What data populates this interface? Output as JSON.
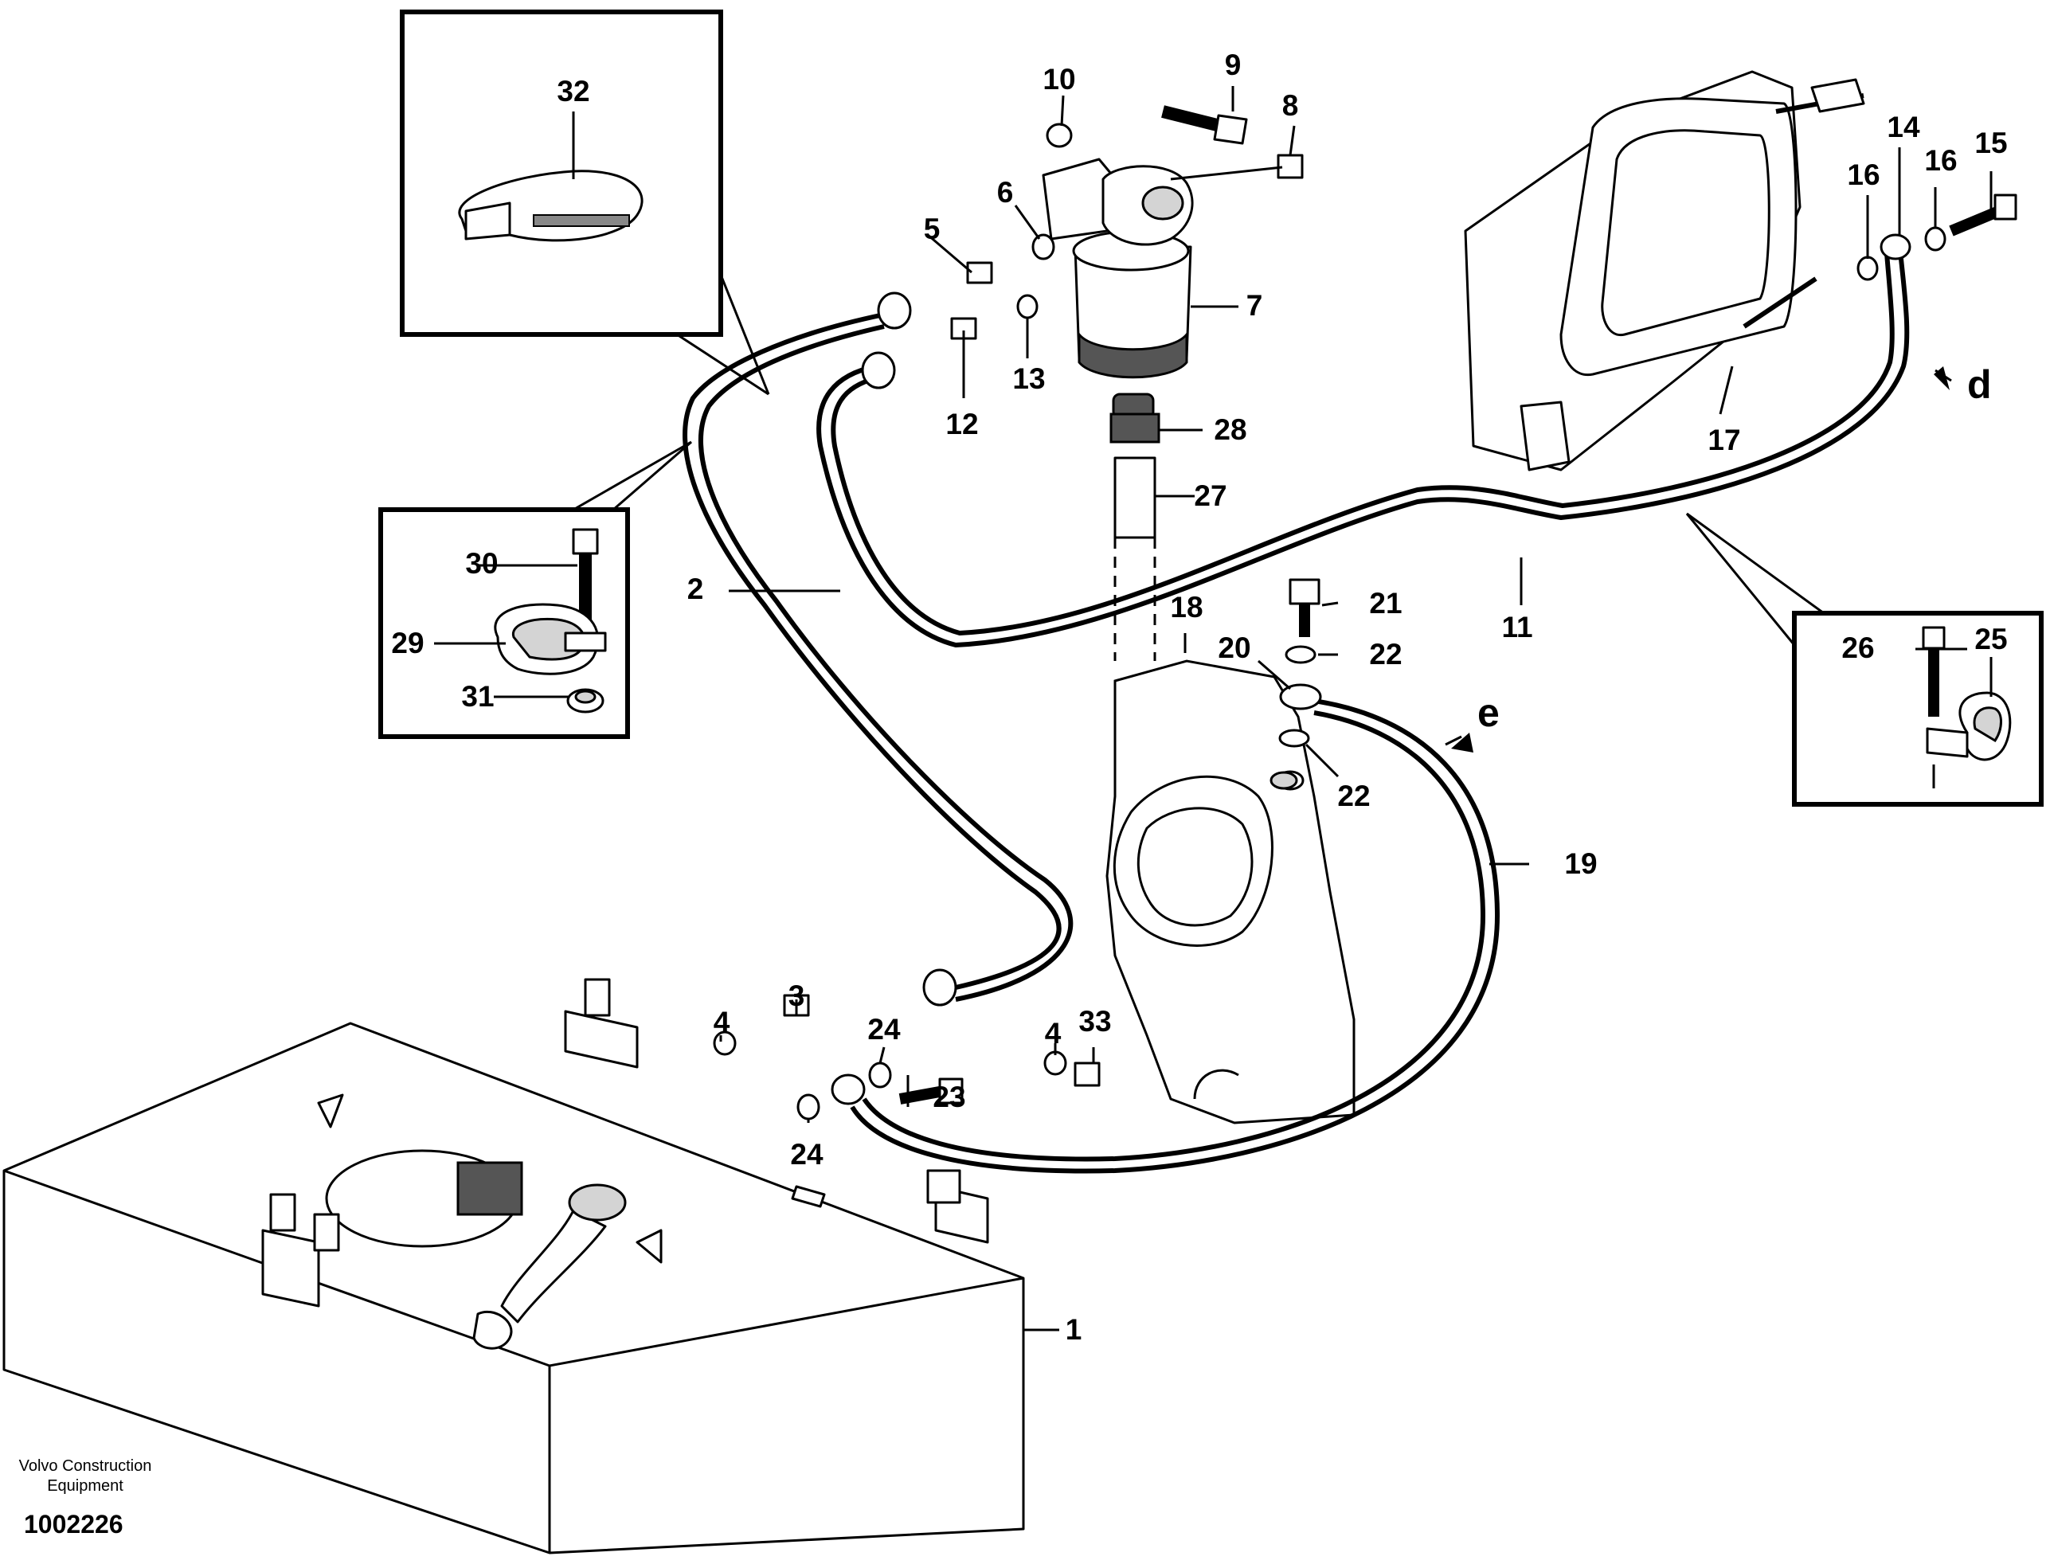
{
  "figure": {
    "brand_line1": "Volvo Construction",
    "brand_line2": "Equipment",
    "figure_number": "1002226"
  },
  "callouts": [
    {
      "id": "1",
      "label": "1"
    },
    {
      "id": "2",
      "label": "2"
    },
    {
      "id": "3",
      "label": "3"
    },
    {
      "id": "4a",
      "label": "4"
    },
    {
      "id": "4b",
      "label": "4"
    },
    {
      "id": "5",
      "label": "5"
    },
    {
      "id": "6",
      "label": "6"
    },
    {
      "id": "7",
      "label": "7"
    },
    {
      "id": "8",
      "label": "8"
    },
    {
      "id": "9",
      "label": "9"
    },
    {
      "id": "10",
      "label": "10"
    },
    {
      "id": "11",
      "label": "11"
    },
    {
      "id": "12",
      "label": "12"
    },
    {
      "id": "13",
      "label": "13"
    },
    {
      "id": "14",
      "label": "14"
    },
    {
      "id": "15",
      "label": "15"
    },
    {
      "id": "16a",
      "label": "16"
    },
    {
      "id": "16b",
      "label": "16"
    },
    {
      "id": "17",
      "label": "17"
    },
    {
      "id": "18",
      "label": "18"
    },
    {
      "id": "19",
      "label": "19"
    },
    {
      "id": "20",
      "label": "20"
    },
    {
      "id": "21",
      "label": "21"
    },
    {
      "id": "22a",
      "label": "22"
    },
    {
      "id": "22b",
      "label": "22"
    },
    {
      "id": "23",
      "label": "23"
    },
    {
      "id": "24a",
      "label": "24"
    },
    {
      "id": "24b",
      "label": "24"
    },
    {
      "id": "25",
      "label": "25"
    },
    {
      "id": "26",
      "label": "26"
    },
    {
      "id": "27",
      "label": "27"
    },
    {
      "id": "28",
      "label": "28"
    },
    {
      "id": "29",
      "label": "29"
    },
    {
      "id": "30",
      "label": "30"
    },
    {
      "id": "31",
      "label": "31"
    },
    {
      "id": "32",
      "label": "32"
    },
    {
      "id": "33",
      "label": "33"
    }
  ],
  "connection_markers": [
    {
      "id": "d",
      "label": "d"
    },
    {
      "id": "e",
      "label": "e"
    }
  ]
}
